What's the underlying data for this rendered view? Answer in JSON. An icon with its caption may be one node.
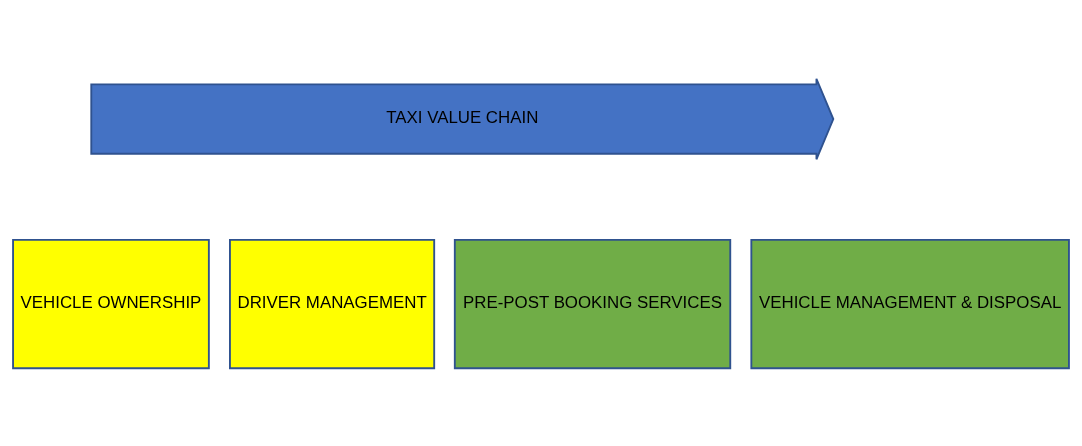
{
  "diagram": {
    "nodes": [
      {
        "text": [
          "TAXI VALUE CHAIN"
        ]
      },
      {
        "text": [
          "VEHICLE OWNERSHIP"
        ]
      },
      {
        "text": [
          "DRIVER MANAGEMENT"
        ]
      },
      {
        "text": [
          "PRE-POST BOOKING SERVICES"
        ]
      },
      {
        "text": [
          "VEHICLE MANAGEMENT & DISPOSAL"
        ]
      }
    ],
    "edges": []
  }
}
